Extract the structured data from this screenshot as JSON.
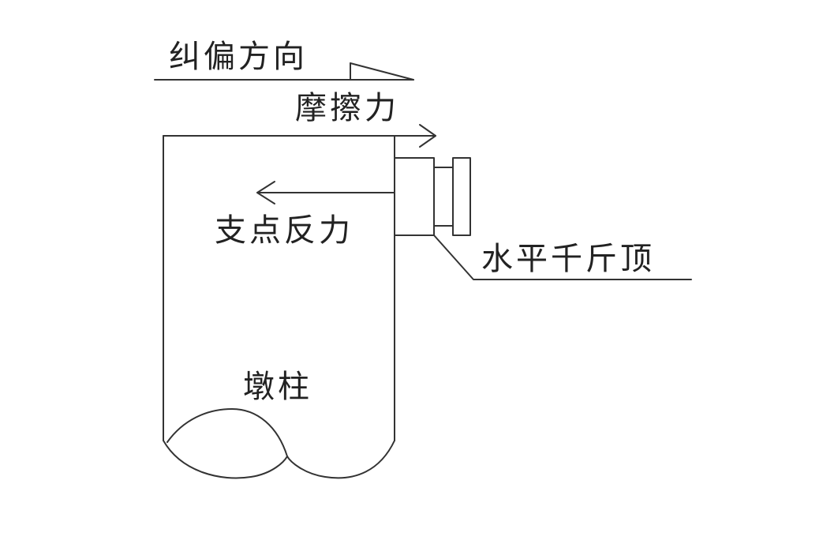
{
  "labels": {
    "correction_direction": "纠偏方向",
    "friction_force": "摩擦力",
    "support_reaction": "支点反力",
    "horizontal_jack": "水平千斤顶",
    "pier_column": "墩柱"
  },
  "colors": {
    "line": "#333333",
    "text": "#222222",
    "background": "#ffffff"
  }
}
